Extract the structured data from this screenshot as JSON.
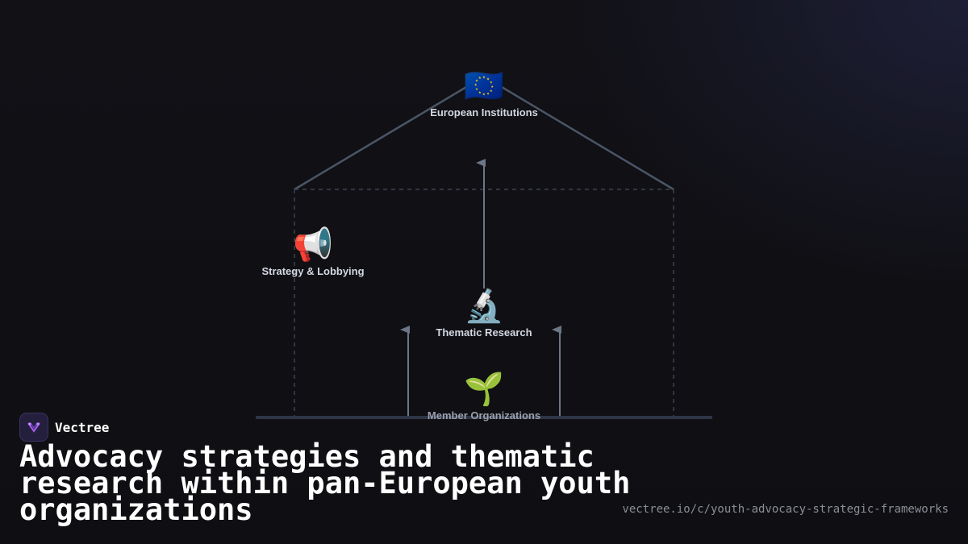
{
  "diagram": {
    "nodes": {
      "top": {
        "emoji": "🇪🇺",
        "label": "European Institutions"
      },
      "left": {
        "emoji": "📢",
        "label": "Strategy & Lobbying"
      },
      "center": {
        "emoji": "🔬",
        "label": "Thematic Research"
      },
      "bottom": {
        "emoji": "🌱",
        "label": "Member Organizations"
      }
    },
    "colors": {
      "roof_line": "#4a5566",
      "dashed_frame": "#3a4352",
      "arrow": "#6b7687",
      "ground": "#2e3646"
    }
  },
  "brand": {
    "name": "Vectree",
    "logo_icon": "vectree-logo-icon"
  },
  "title": "Advocacy strategies and thematic research within pan-European youth organizations",
  "url": "vectree.io/c/youth-advocacy-strategic-frameworks"
}
